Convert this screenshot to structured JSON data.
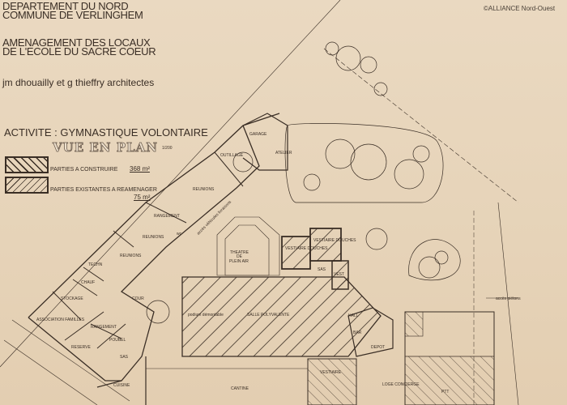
{
  "header": {
    "line1": "DEPARTEMENT DU NORD",
    "line2": "COMMUNE DE VERLINGHEM",
    "project1": "AMENAGEMENT DES LOCAUX",
    "project2": "DE L'ECOLE DU SACRE COEUR",
    "architects": "jm dhouailly et g thieffry architectes",
    "activity": "ACTIVITE : GYMNASTIQUE VOLONTAIRE",
    "view": "VUE EN PLAN",
    "scale": "1/200"
  },
  "copyright": "©ALLIANCE Nord-Ouest",
  "legend": [
    {
      "label": "PARTIES A CONSTRUIRE",
      "area": "368 m²"
    },
    {
      "label": "PARTIES EXISTANTES A REAMENAGER",
      "area": "75 m²"
    }
  ],
  "rooms": {
    "garage": "GARAGE",
    "atelier": "ATELIER",
    "outillage": "OUTILLAGE",
    "reunions1": "REUNIONS",
    "rangement1": "RANGEMENT",
    "reunions2": "REUNIONS",
    "reunions3": "REUNIONS",
    "techn": "TECHN",
    "chauf": "CHAUF",
    "stockage": "STOCKAGE",
    "association": "ASSOCIATION FAMILLES",
    "rangement2": "RANGEMENT",
    "poubel": "POUBEL",
    "reserve": "RESERVE",
    "sas1": "SAS",
    "cour": "COUR",
    "theatre1": "THEATRE",
    "theatre2": "DE",
    "theatre3": "PLEIN AIR",
    "vestiaire_douches1": "VESTIAIRE DOUCHES",
    "vestiaire_douches2": "VESTIAIRE DOUCHES",
    "salle": "SALLE POLYVALENTE",
    "podium": "podium démontable",
    "hall": "HALL",
    "bar": "BAR",
    "depot": "DEPOT",
    "vestiaire": "VESTIAIRE",
    "loge": "LOGE CONCIERGE",
    "ptt": "PTT",
    "cuisine": "CUISINE",
    "cantine": "CANTINE",
    "acces_pietons": "accès piétons",
    "acces_vehicules": "accès véhicules livraisons",
    "sas2": "SAS",
    "vest": "VEST",
    "wc": "wc"
  },
  "colors": {
    "paper": "#e8d6bc",
    "ink": "#3a2e25"
  }
}
